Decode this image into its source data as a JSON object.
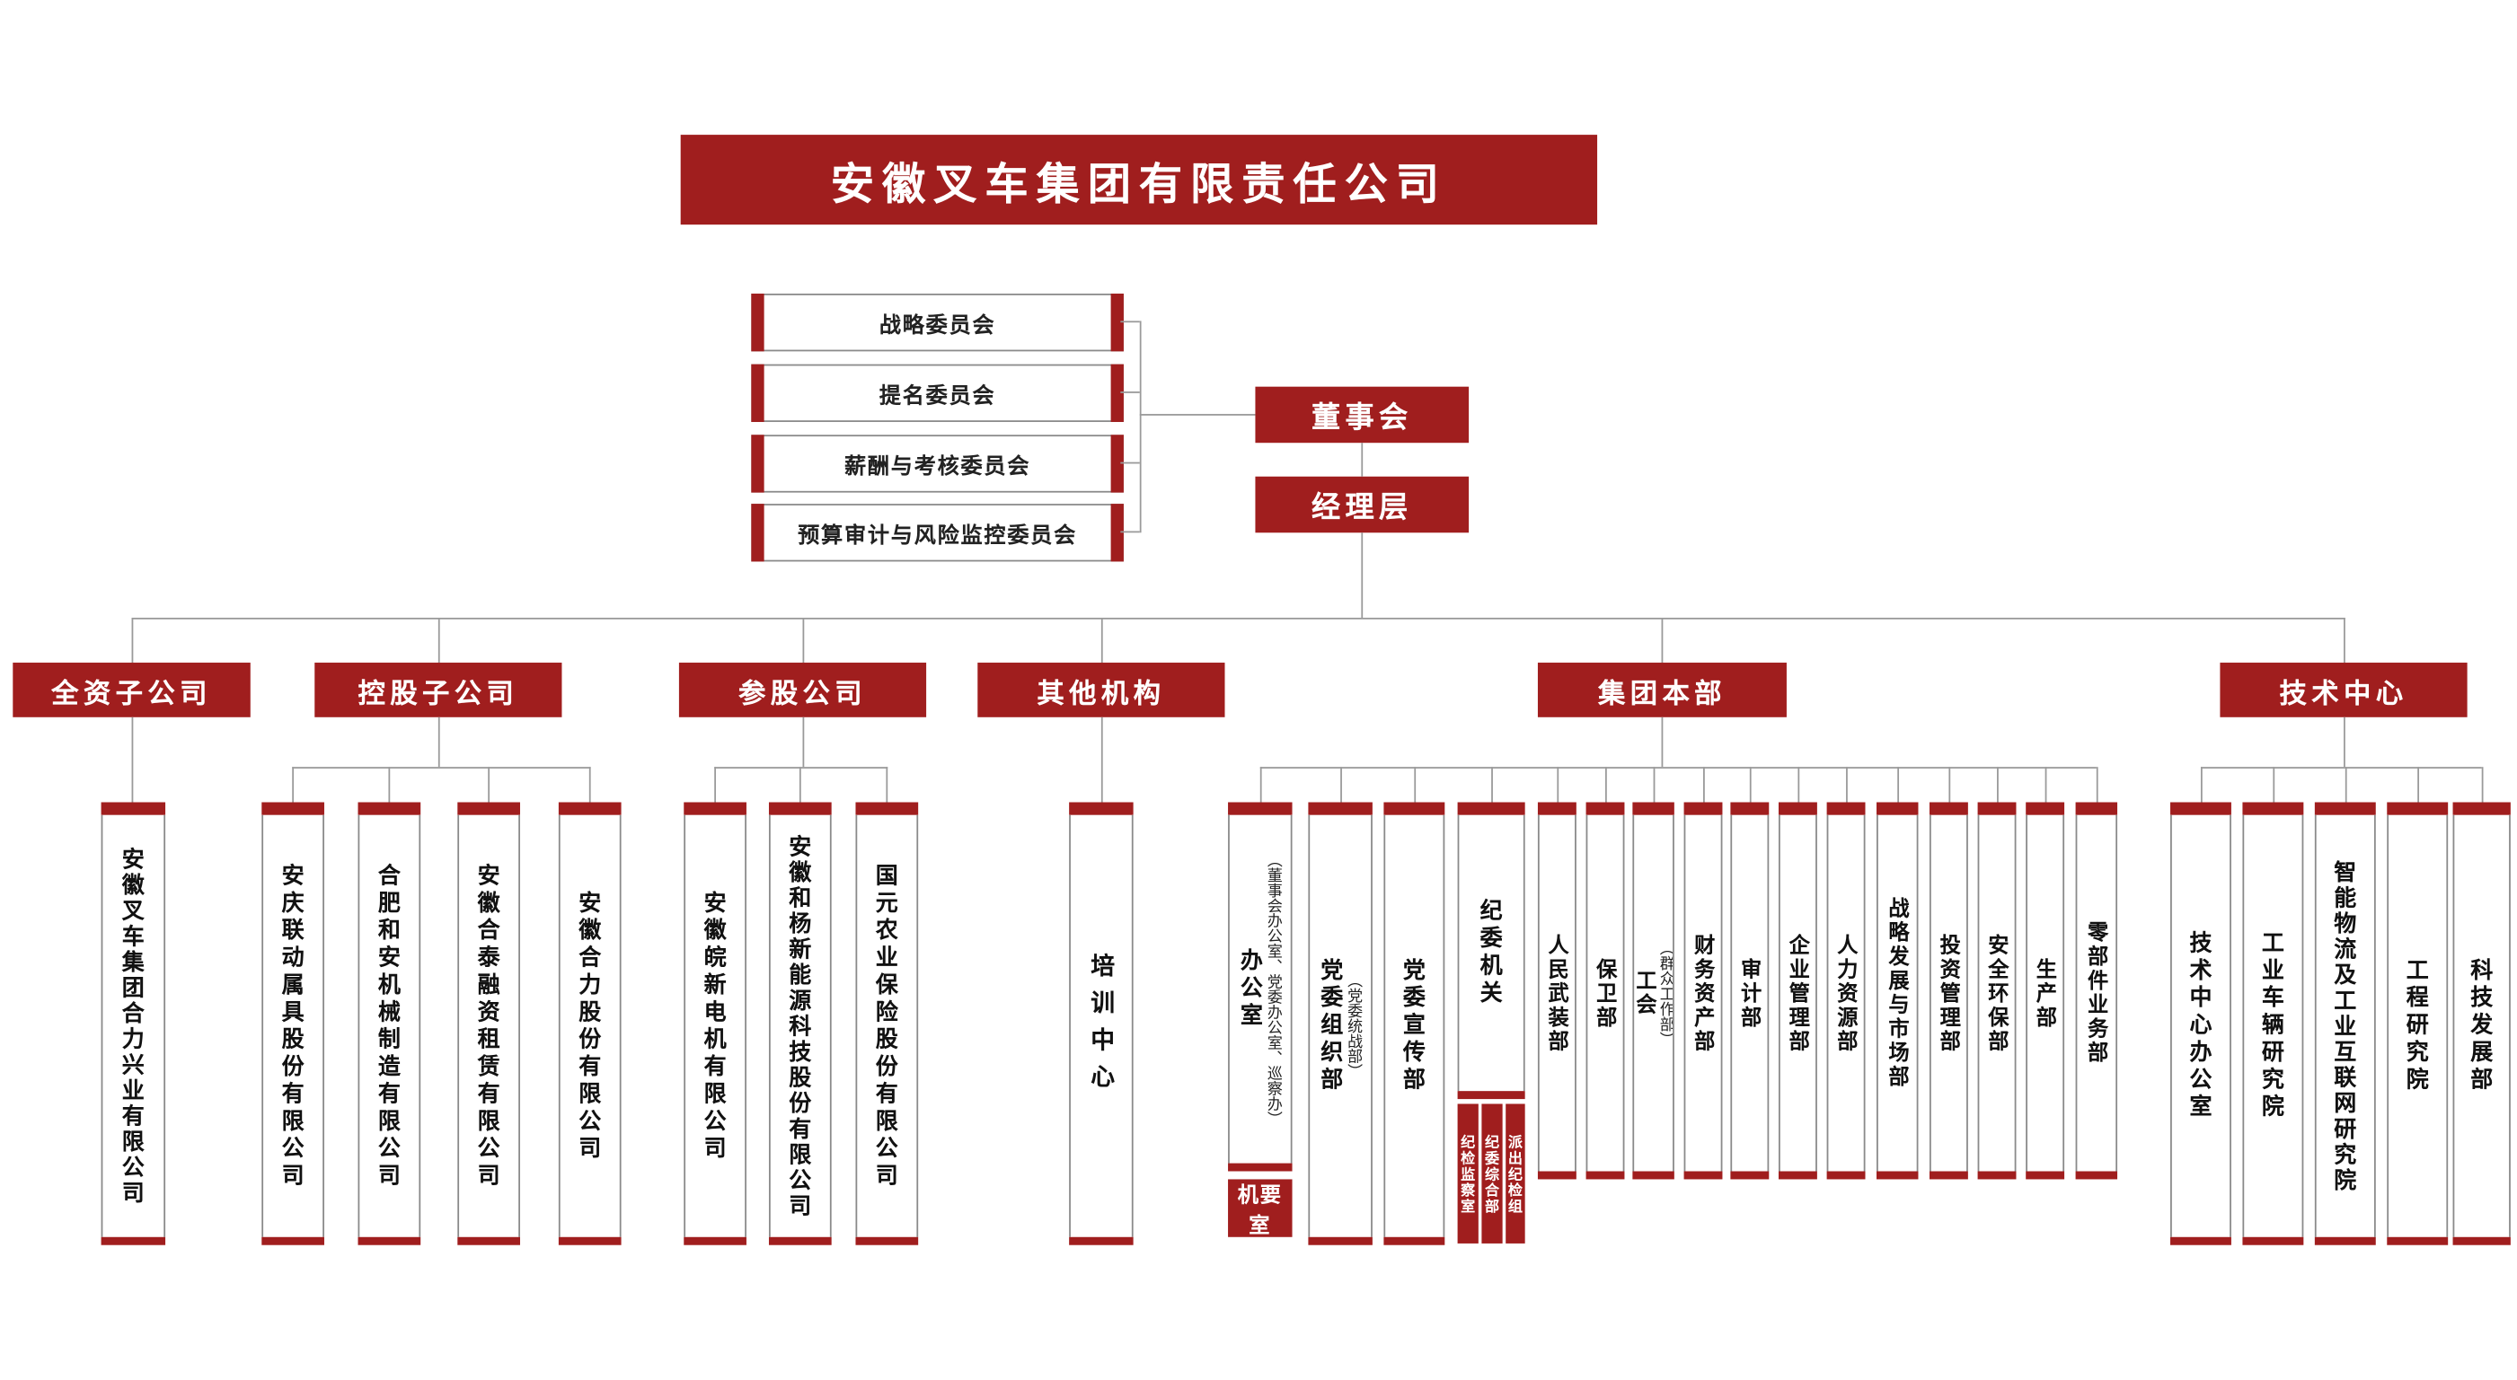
{
  "colors": {
    "brand_red": "#A01E1E",
    "line_gray": "#9a9a9a"
  },
  "title": "安徽叉车集团有限责任公司",
  "committees": [
    "战略委员会",
    "提名委员会",
    "薪酬与考核委员会",
    "预算审计与风险监控委员会"
  ],
  "board_label": "董事会",
  "management_label": "经理层",
  "branches": [
    {
      "label": "全资子公司",
      "children": [
        {
          "name": "安徽叉车集团合力兴业有限公司"
        }
      ]
    },
    {
      "label": "控股子公司",
      "children": [
        {
          "name": "安庆联动属具股份有限公司"
        },
        {
          "name": "合肥和安机械制造有限公司"
        },
        {
          "name": "安徽合泰融资租赁有限公司"
        },
        {
          "name": "安徽合力股份有限公司"
        }
      ]
    },
    {
      "label": "参股公司",
      "children": [
        {
          "name": "安徽皖新电机有限公司"
        },
        {
          "name": "安徽和杨新能源科技股份有限公司"
        },
        {
          "name": "国元农业保险股份有限公司"
        }
      ]
    },
    {
      "label": "其他机构",
      "children": [
        {
          "name": "培训中心"
        }
      ]
    },
    {
      "label": "集团本部",
      "children": [
        {
          "name": "办公室",
          "note": "（董事会办公室、党委办公室、巡察办）",
          "sub": [
            "机要室"
          ]
        },
        {
          "name": "党委组织部",
          "note": "（党委统战部）"
        },
        {
          "name": "党委宣传部"
        },
        {
          "name": "纪委机关",
          "sub": [
            "纪检监察室",
            "纪委综合部",
            "派出纪检组"
          ]
        },
        {
          "name": "人民武装部"
        },
        {
          "name": "保卫部"
        },
        {
          "name": "工会",
          "note": "（群众工作部）"
        },
        {
          "name": "财务资产部"
        },
        {
          "name": "审计部"
        },
        {
          "name": "企业管理部"
        },
        {
          "name": "人力资源部"
        },
        {
          "name": "战略发展与市场部"
        },
        {
          "name": "投资管理部"
        },
        {
          "name": "安全环保部"
        },
        {
          "name": "生产部"
        },
        {
          "name": "零部件业务部"
        }
      ]
    },
    {
      "label": "技术中心",
      "children": [
        {
          "name": "技术中心办公室"
        },
        {
          "name": "工业车辆研究院"
        },
        {
          "name": "智能物流及工业互联网研究院"
        },
        {
          "name": "工程研究院"
        },
        {
          "name": "科技发展部"
        }
      ]
    }
  ]
}
